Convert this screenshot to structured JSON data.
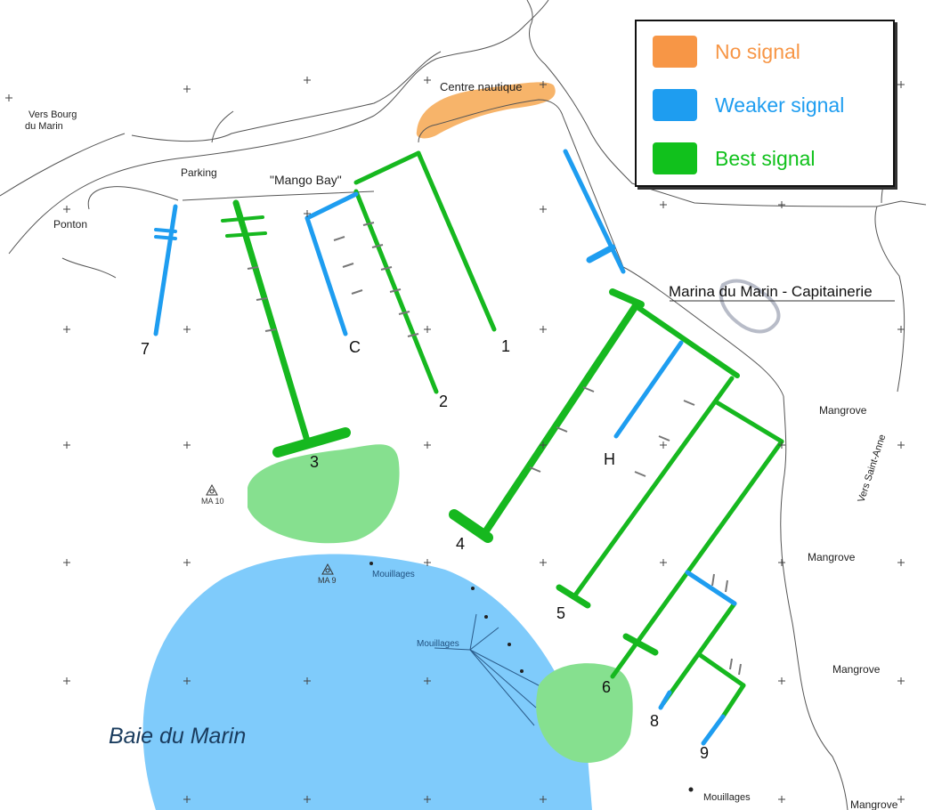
{
  "legend": {
    "items": [
      {
        "label": "No signal",
        "color": "#F79646"
      },
      {
        "label": "Weaker signal",
        "color": "#1E9DF0"
      },
      {
        "label": "Best signal",
        "color": "#11C11C"
      }
    ]
  },
  "zone_colors": {
    "no_signal": "#F7B46A",
    "weaker_signal": "#7FCBFB",
    "best_signal": "#86E08F"
  },
  "places": {
    "centre_nautique": "Centre nautique",
    "vers_bourg_1": "Vers Bourg",
    "vers_bourg_2": "du Marin",
    "parking": "Parking",
    "mango_bay": "\"Mango Bay\"",
    "ponton": "Ponton",
    "capitainerie": "Marina du Marin - Capitainerie",
    "mangrove_1": "Mangrove",
    "mangrove_2": "Mangrove",
    "mangrove_3": "Mangrove",
    "mangrove_4": "Mangrove",
    "vers_saint_anne": "Vers Saint-Anne",
    "ma10": "MA 10",
    "ma9": "MA 9",
    "mouillages_1": "Mouillages",
    "mouillages_2": "Mouillages",
    "mouillages_3": "Mouillages",
    "baie": "Baie du Marin"
  },
  "piers": {
    "p1": "1",
    "p2": "2",
    "p3": "3",
    "p4": "4",
    "p5": "5",
    "p6": "6",
    "p7": "7",
    "p8": "8",
    "p9": "9",
    "pC": "C",
    "pH": "H"
  }
}
